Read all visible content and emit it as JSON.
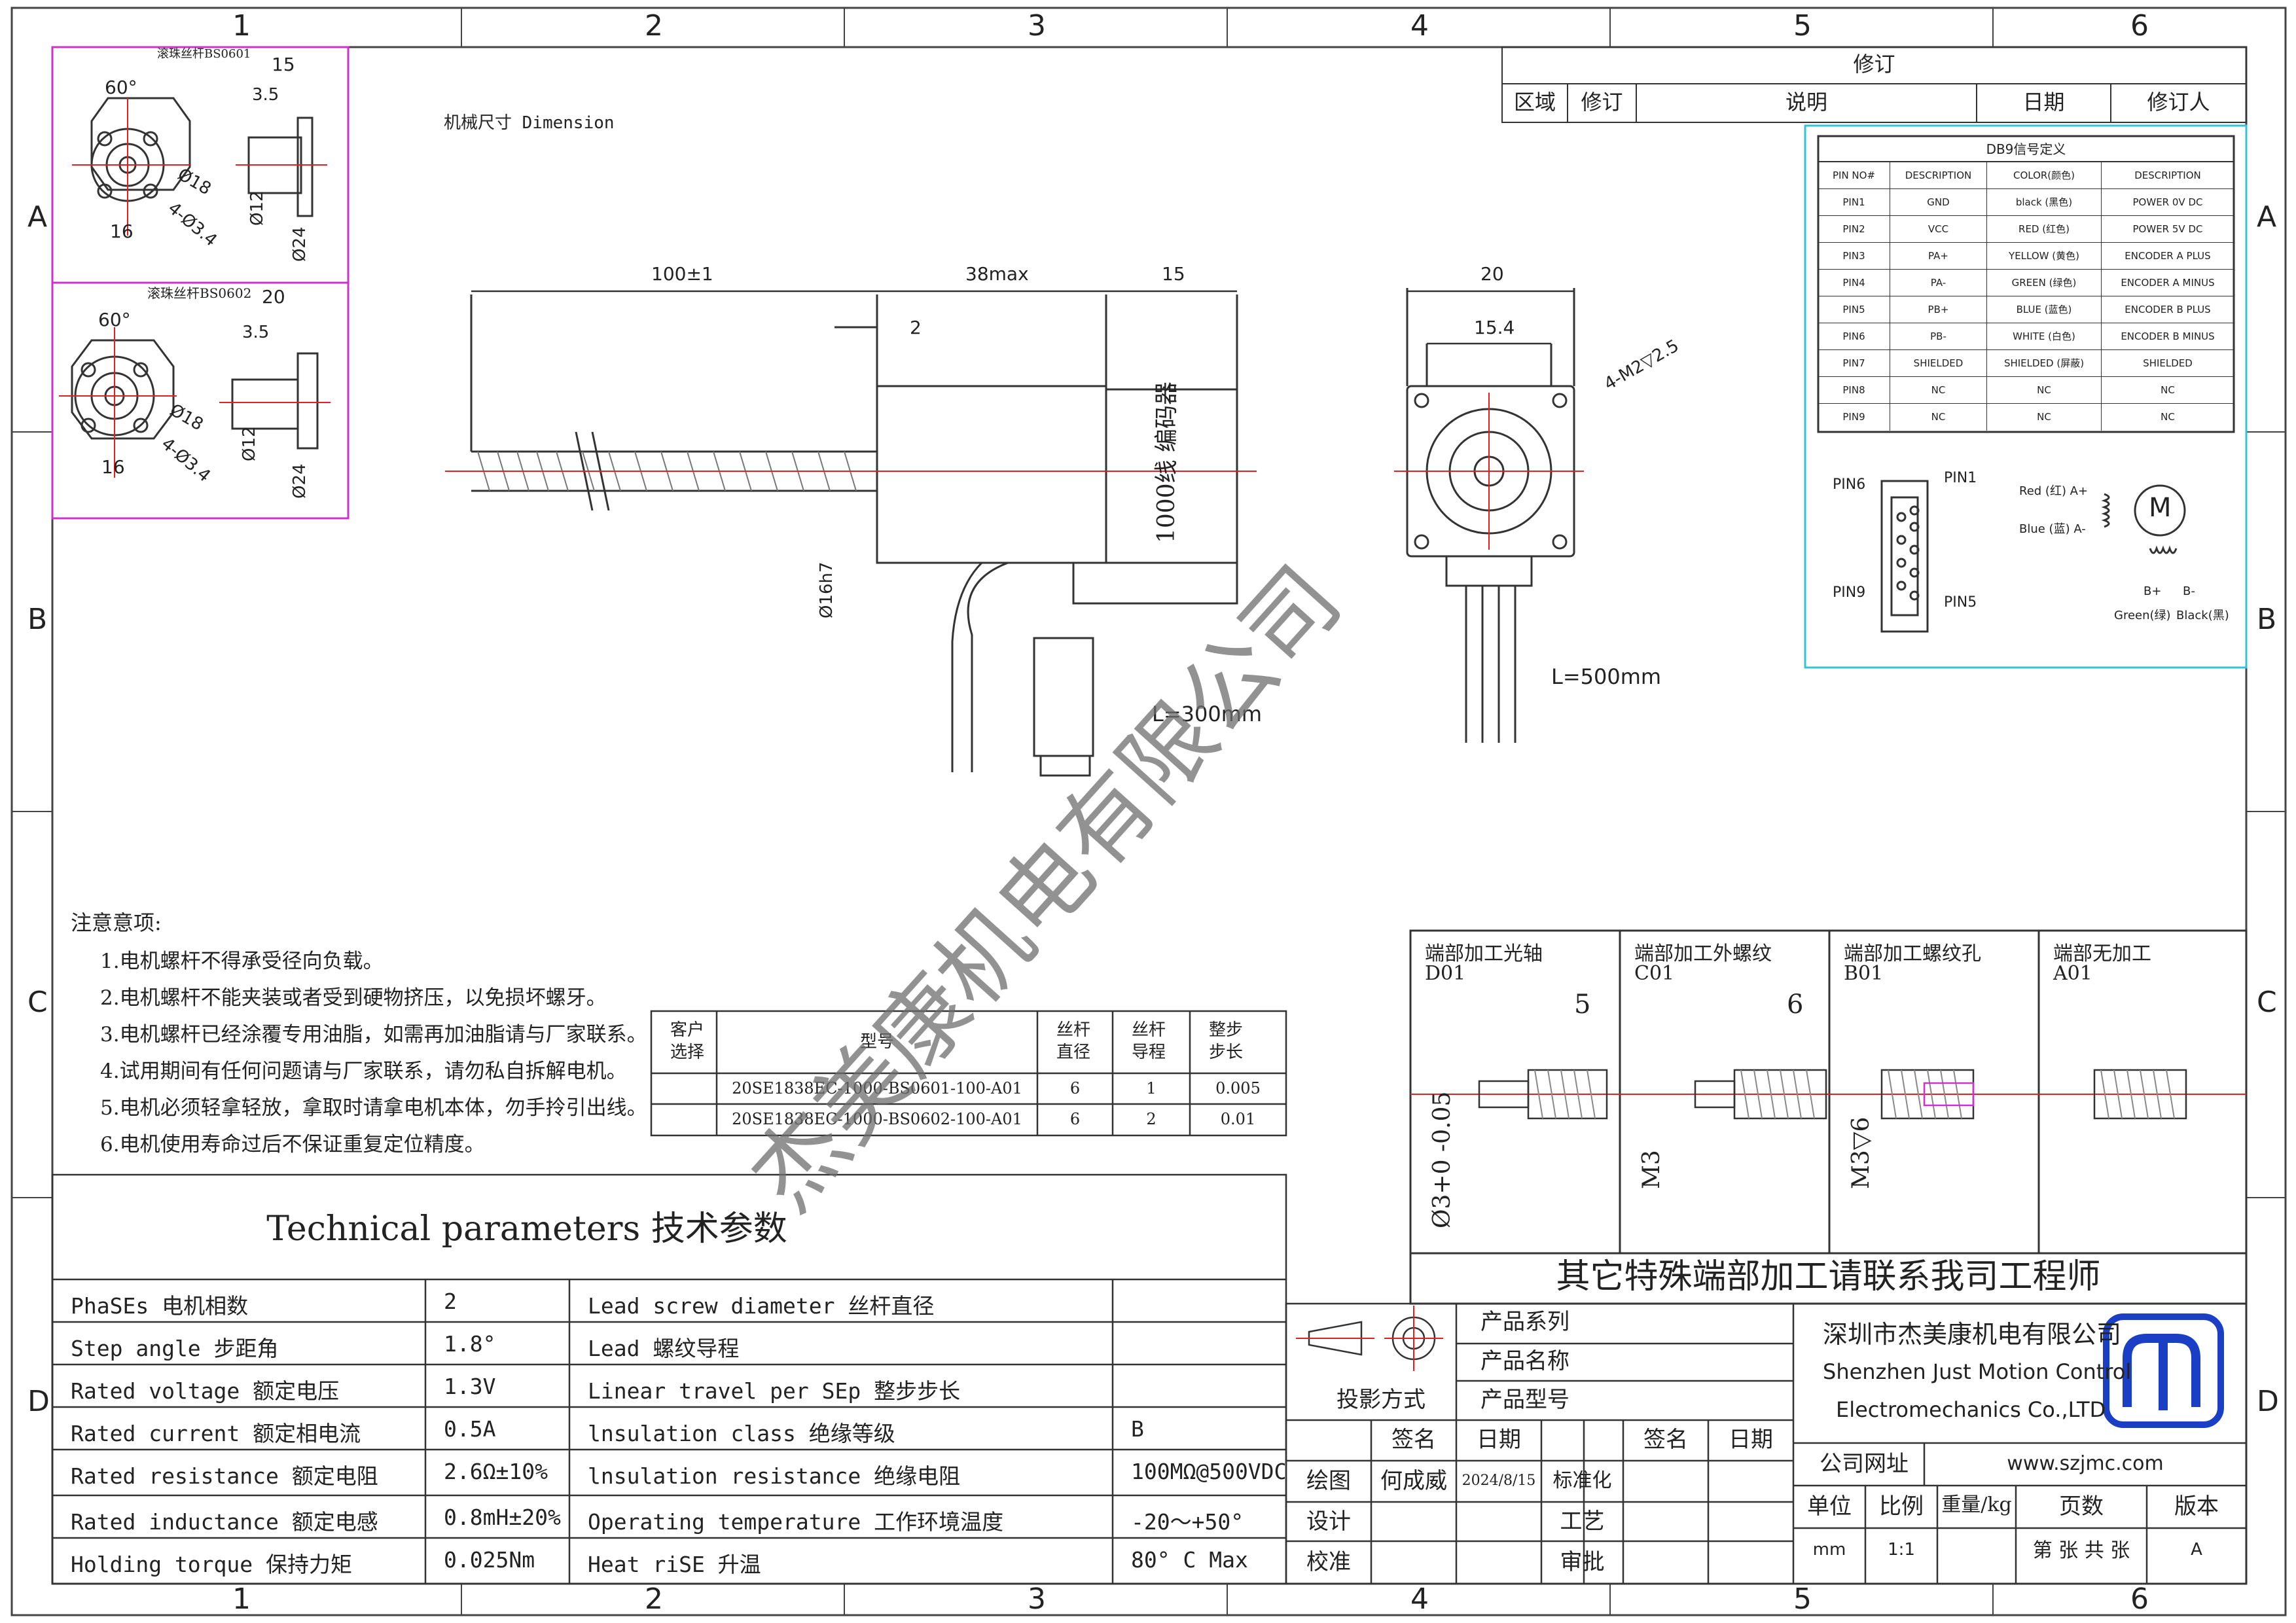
{
  "frame": {
    "columns": [
      "1",
      "2",
      "3",
      "4",
      "5",
      "6"
    ],
    "rows": [
      "A",
      "B",
      "C",
      "D"
    ]
  },
  "dimension_title": "机械尺寸 Dimension",
  "bs0601": {
    "title": "滚珠丝杆BS0601",
    "dims": {
      "d15": "15",
      "d35": "3.5",
      "d60": "60°",
      "d18": "Ø18",
      "d34": "4-Ø3.4",
      "d16": "16",
      "d12": "Ø12",
      "d24": "Ø24"
    }
  },
  "bs0602": {
    "title": "滚珠丝杆BS0602",
    "dims": {
      "d20": "20",
      "d35": "3.5",
      "d60": "60°",
      "d18": "Ø18",
      "d34": "4-Ø3.4",
      "d16": "16",
      "d12": "Ø12",
      "d24": "Ø24"
    }
  },
  "main_view": {
    "dim_100": "100±1",
    "dim_38": "38max",
    "dim_15": "15",
    "dim_2": "2",
    "shaft_dia": "Ø16h7",
    "encoder_text": "1000线 编码器",
    "cable_length": "L=300mm"
  },
  "side_view": {
    "dim_20": "20",
    "dim_154": "15.4",
    "screw_note": "4-M2▽2.5",
    "cable_length": "L=500mm"
  },
  "revision": {
    "title": "修订",
    "headers": [
      "区域",
      "修订",
      "说明",
      "日期",
      "修订人"
    ]
  },
  "db9": {
    "title": "DB9信号定义",
    "headers": [
      "PIN NO#",
      "DESCRIPTION",
      "COLOR(颜色)",
      "DESCRIPTION"
    ],
    "rows": [
      [
        "PIN1",
        "GND",
        "black (黑色)",
        "POWER 0V DC"
      ],
      [
        "PIN2",
        "VCC",
        "RED (红色)",
        "POWER 5V DC"
      ],
      [
        "PIN3",
        "PA+",
        "YELLOW (黄色)",
        "ENCODER A PLUS"
      ],
      [
        "PIN4",
        "PA-",
        "GREEN (绿色)",
        "ENCODER A MINUS"
      ],
      [
        "PIN5",
        "PB+",
        "BLUE (蓝色)",
        "ENCODER B PLUS"
      ],
      [
        "PIN6",
        "PB-",
        "WHITE (白色)",
        "ENCODER B MINUS"
      ],
      [
        "PIN7",
        "SHIELDED",
        "SHIELDED (屏蔽)",
        "SHIELDED"
      ],
      [
        "PIN8",
        "NC",
        "NC",
        "NC"
      ],
      [
        "PIN9",
        "NC",
        "NC",
        "NC"
      ]
    ],
    "connector": {
      "pin6": "PIN6",
      "pin1": "PIN1",
      "pin9": "PIN9",
      "pin5": "PIN5"
    },
    "motor": {
      "a_plus": "Red (红) A+",
      "a_minus": "Blue (蓝) A-",
      "b_plus": "B+",
      "b_minus": "B-",
      "green": "Green(绿)",
      "black": "Black(黑)",
      "m": "M"
    }
  },
  "notes": {
    "title": "注意意项:",
    "items": [
      "1.电机螺杆不得承受径向负载。",
      "2.电机螺杆不能夹装或者受到硬物挤压，以免损坏螺牙。",
      "3.电机螺杆已经涂覆专用油脂，如需再加油脂请与厂家联系。",
      "4.试用期间有任何问题请与厂家联系，请勿私自拆解电机。",
      "5.电机必须轻拿轻放，拿取时请拿电机本体，勿手拎引出线。",
      "6.电机使用寿命过后不保证重复定位精度。"
    ]
  },
  "model_table": {
    "headers": [
      "客户选择",
      "型号",
      "丝杆直径",
      "丝杆导程",
      "整步步长"
    ],
    "rows": [
      [
        "",
        "20SE1838EC-1000-BS0601-100-A01",
        "6",
        "1",
        "0.005"
      ],
      [
        "",
        "20SE1838EC-1000-BS0602-100-A01",
        "6",
        "2",
        "0.01"
      ]
    ]
  },
  "tech": {
    "title": "Technical parameters 技术参数",
    "rows": [
      [
        "PhaSEs  电机相数",
        "2",
        "Lead screw diameter 丝杆直径",
        ""
      ],
      [
        "Step angle 步距角",
        "1.8°",
        "Lead 螺纹导程",
        ""
      ],
      [
        "Rated voltage 额定电压",
        "1.3V",
        "Linear travel per SEp 整步步长",
        ""
      ],
      [
        "Rated current 额定相电流",
        "0.5A",
        "lnsulation class 绝缘等级",
        "B"
      ],
      [
        "Rated resistance 额定电阻",
        "2.6Ω±10%",
        "lnsulation resistance 绝缘电阻",
        "100MΩ@500VDC"
      ],
      [
        "Rated inductance 额定电感",
        "0.8mH±20%",
        "Operating temperature 工作环境温度",
        "-20～+50°"
      ],
      [
        "Holding torque 保持力矩",
        "0.025Nm",
        "Heat riSE 升温",
        "80° C Max"
      ]
    ]
  },
  "end_machining": {
    "panels": [
      {
        "title": "端部加工光轴",
        "code": "D01",
        "dim": "5",
        "dia": "Ø3+0 -0.05"
      },
      {
        "title": "端部加工外螺纹",
        "code": "C01",
        "dim": "6",
        "dia": "M3"
      },
      {
        "title": "端部加工螺纹孔",
        "code": "B01",
        "dim": "",
        "dia": "M3▽6"
      },
      {
        "title": "端部无加工",
        "code": "A01",
        "dim": "",
        "dia": ""
      }
    ],
    "footer": "其它特殊端部加工请联系我司工程师"
  },
  "title_block": {
    "series_label": "产品系列",
    "name_label": "产品名称",
    "model_label": "产品型号",
    "projection": "投影方式",
    "sign": "签名",
    "date": "日期",
    "sign2": "签名",
    "date2": "日期",
    "drawn": "绘图",
    "drawer": "何成威",
    "drawn_date": "2024/8/15",
    "std": "标准化",
    "design": "设计",
    "process": "工艺",
    "check": "校准",
    "approve": "审批",
    "company_cn": "深圳市杰美康机电有限公司",
    "company_en1": "Shenzhen Just Motion Control",
    "company_en2": "Electromechanics Co.,LTD",
    "website_label": "公司网址",
    "website": "www.szjmc.com",
    "unit_label": "单位",
    "scale_label": "比例",
    "weight_label": "重量/kg",
    "pages_label": "页数",
    "version_label": "版本",
    "unit": "mm",
    "scale": "1:1",
    "pages": "第 张 共 张",
    "version": "A"
  },
  "watermark": "杰美康机电有限公司",
  "colors": {
    "line": "#333333",
    "red": "#e02020",
    "magenta": "#cc33cc",
    "cyan": "#33c4d4",
    "logo": "#1a3fc4"
  }
}
